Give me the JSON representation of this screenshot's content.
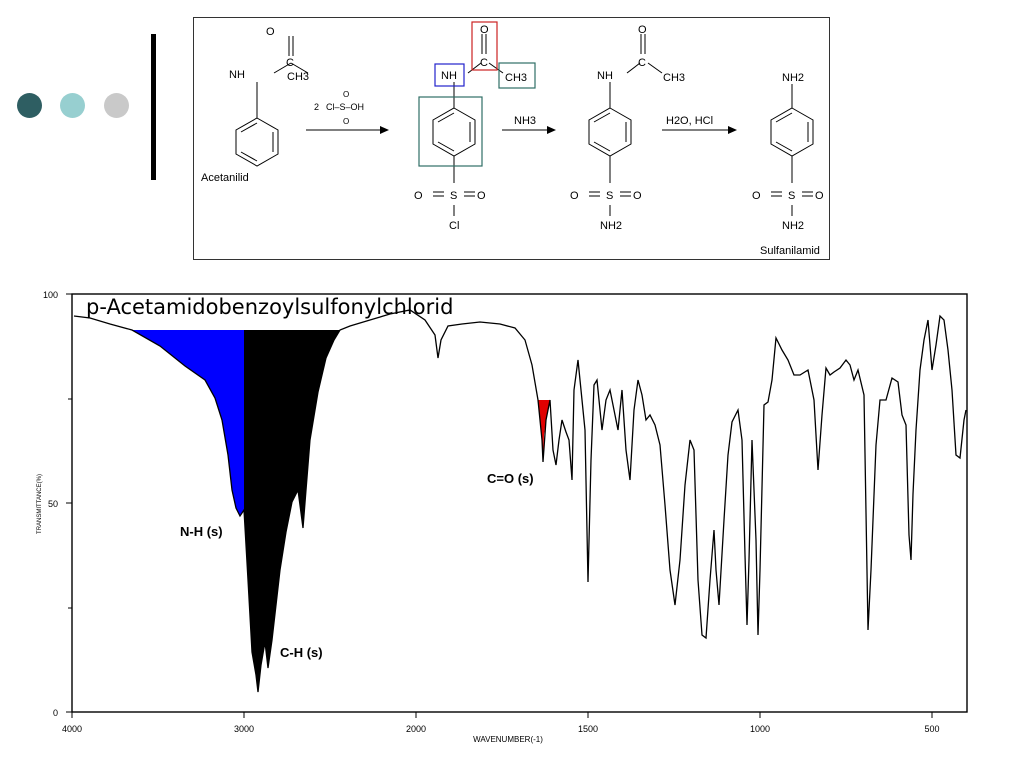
{
  "colors": {
    "dot1": "#2e5e62",
    "dot2": "#97cfd0",
    "dot3": "#c9c9c9",
    "divider": "#000000",
    "nh_highlight": "#0000ff",
    "ch_highlight": "#000000",
    "co_highlight": "#e00000",
    "box_nh": "#2222cc",
    "box_co": "#cc2222",
    "box_ch3": "#2f6f66",
    "box_ring": "#2f6f66"
  },
  "scheme": {
    "acetanilid_label": "Acetanilid",
    "sulfanilamid_label": "Sulfanilamid",
    "reagent1_coef": "2",
    "reagent1_formula": "Cl–S–OH",
    "reagent2": "NH3",
    "reagent3": "H2O, HCl",
    "atoms": {
      "O": "O",
      "C": "C",
      "NH": "NH",
      "CH3": "CH3",
      "S": "S",
      "Cl": "Cl",
      "NH2": "NH2",
      "S_OO": "O=S=O",
      "NH2_top": "NH2"
    }
  },
  "spectrum": {
    "title": "p-Acetamidobenzoylsulfonylchlorid",
    "x_axis_label": "WAVENUMBER(-1)",
    "y_axis_label": "TRANSMITTANCE(%)",
    "x_ticks": [
      "4000",
      "3000",
      "2000",
      "1500",
      "1000",
      "500"
    ],
    "y_ticks": [
      "100",
      "50",
      "0"
    ],
    "annotations": {
      "nh": "N-H (s)",
      "ch": "C-H (s)",
      "co": "C=O (s)"
    }
  }
}
